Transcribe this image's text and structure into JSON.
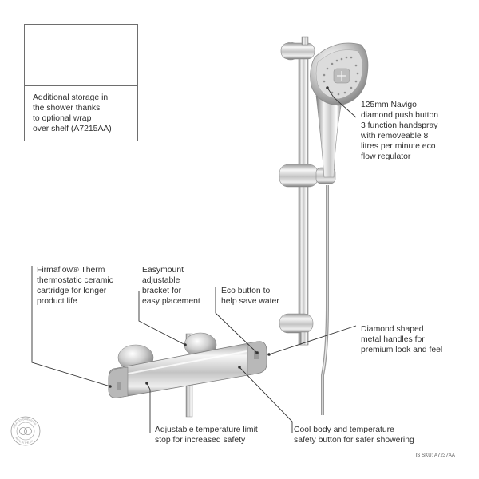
{
  "storage_inset": {
    "lines": [
      "Additional storage in",
      "the shower thanks",
      "to optional wrap",
      "over shelf (A7215AA)"
    ]
  },
  "callouts": {
    "handspray": [
      "125mm Navigo",
      "diamond push button",
      "3 function handspray",
      "with removeable 8",
      "litres per minute eco",
      "flow regulator"
    ],
    "cartridge": [
      "Firmaflow® Therm",
      "thermostatic ceramic",
      "cartridge for longer",
      "product life"
    ],
    "bracket": [
      "Easymount",
      "adjustable",
      "bracket for",
      "easy placement"
    ],
    "eco_button": [
      "Eco button to",
      "help save water"
    ],
    "handles": [
      "Diamond shaped",
      "metal handles for",
      "premium look and feel"
    ],
    "temp_limit": [
      "Adjustable temperature limit",
      "stop for increased safety"
    ],
    "cool_body": [
      "Cool body and temperature",
      "safety button for safer showering"
    ]
  },
  "badge": {
    "lines": [
      "IDEAL ENGINEERING",
      "MADE IN THE EU"
    ]
  },
  "sku": "IS SKU: A7237AA",
  "colors": {
    "chrome_dark": "#8c8c8c",
    "chrome_light": "#f2f2f2",
    "leader": "#333333",
    "text": "#2f2f2f"
  }
}
